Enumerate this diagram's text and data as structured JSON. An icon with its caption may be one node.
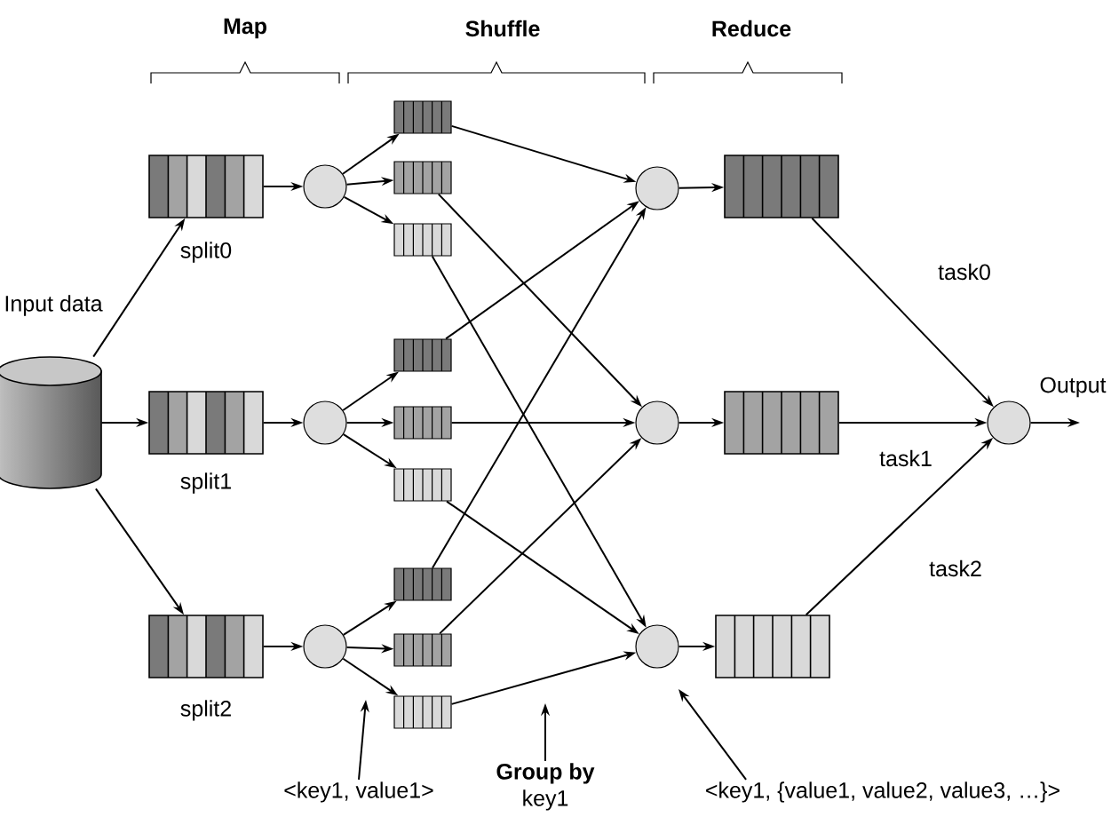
{
  "diagram": {
    "nodes": [
      {
        "text": [],
        "shape": "cylinder",
        "beside": [
          "Input data"
        ]
      },
      {
        "text": [],
        "shape": "bar",
        "beside": [
          "split0"
        ]
      },
      {
        "text": [],
        "shape": "bar",
        "beside": [
          "split1"
        ]
      },
      {
        "text": [],
        "shape": "bar",
        "beside": [
          "split2"
        ]
      },
      {
        "text": [],
        "shape": "circle"
      },
      {
        "text": [],
        "shape": "circle"
      },
      {
        "text": [],
        "shape": "circle"
      },
      {
        "text": [],
        "shape": "bar"
      },
      {
        "text": [],
        "shape": "bar"
      },
      {
        "text": [],
        "shape": "bar"
      },
      {
        "text": [],
        "shape": "bar"
      },
      {
        "text": [],
        "shape": "bar"
      },
      {
        "text": [],
        "shape": "bar"
      },
      {
        "text": [],
        "shape": "bar"
      },
      {
        "text": [],
        "shape": "bar"
      },
      {
        "text": [],
        "shape": "bar"
      },
      {
        "text": [],
        "shape": "circle"
      },
      {
        "text": [],
        "shape": "circle"
      },
      {
        "text": [],
        "shape": "circle"
      },
      {
        "text": [],
        "shape": "bar"
      },
      {
        "text": [],
        "shape": "bar"
      },
      {
        "text": [],
        "shape": "bar"
      },
      {
        "text": [],
        "shape": "circle",
        "beside": [
          "Output"
        ]
      },
      {
        "text": [
          "<key1, value1>"
        ]
      },
      {
        "text": [
          "Group by",
          "key1"
        ]
      },
      {
        "text": [
          "<key1, {value1, value2, value3, …}>"
        ]
      }
    ],
    "edges": [
      {
        "from": 0,
        "to": 1,
        "arrow": "to"
      },
      {
        "from": 0,
        "to": 2,
        "arrow": "to"
      },
      {
        "from": 0,
        "to": 3,
        "arrow": "to"
      },
      {
        "from": 1,
        "to": 4,
        "arrow": "to"
      },
      {
        "from": 2,
        "to": 5,
        "arrow": "to"
      },
      {
        "from": 3,
        "to": 6,
        "arrow": "to"
      },
      {
        "from": 4,
        "to": 7,
        "arrow": "to"
      },
      {
        "from": 4,
        "to": 8,
        "arrow": "to"
      },
      {
        "from": 4,
        "to": 9,
        "arrow": "to"
      },
      {
        "from": 5,
        "to": 10,
        "arrow": "to"
      },
      {
        "from": 5,
        "to": 11,
        "arrow": "to"
      },
      {
        "from": 5,
        "to": 12,
        "arrow": "to"
      },
      {
        "from": 6,
        "to": 13,
        "arrow": "to"
      },
      {
        "from": 6,
        "to": 14,
        "arrow": "to"
      },
      {
        "from": 6,
        "to": 15,
        "arrow": "to"
      },
      {
        "from": 7,
        "to": 16,
        "arrow": "to"
      },
      {
        "from": 10,
        "to": 16,
        "arrow": "to"
      },
      {
        "from": 13,
        "to": 16,
        "arrow": "to"
      },
      {
        "from": 8,
        "to": 17,
        "arrow": "to"
      },
      {
        "from": 11,
        "to": 17,
        "arrow": "to"
      },
      {
        "from": 14,
        "to": 17,
        "arrow": "to"
      },
      {
        "from": 9,
        "to": 18,
        "arrow": "to"
      },
      {
        "from": 12,
        "to": 18,
        "arrow": "to"
      },
      {
        "from": 15,
        "to": 18,
        "arrow": "to"
      },
      {
        "from": 16,
        "to": 19,
        "arrow": "to"
      },
      {
        "from": 17,
        "to": 20,
        "arrow": "to"
      },
      {
        "from": 18,
        "to": 21,
        "arrow": "to"
      },
      {
        "from": 19,
        "to": 22,
        "arrow": "to",
        "label": "task0"
      },
      {
        "from": 20,
        "to": 22,
        "arrow": "to",
        "label": "task1"
      },
      {
        "from": 21,
        "to": 22,
        "arrow": "to",
        "label": "task2"
      },
      {
        "from": 22,
        "to": null,
        "arrow": "to"
      },
      {
        "from": 23,
        "to": null,
        "arrow": "to"
      },
      {
        "from": 24,
        "to": null,
        "arrow": "to"
      },
      {
        "from": 25,
        "to": null,
        "arrow": "to"
      }
    ],
    "labels": [
      "Map",
      "Shuffle",
      "Reduce"
    ]
  }
}
